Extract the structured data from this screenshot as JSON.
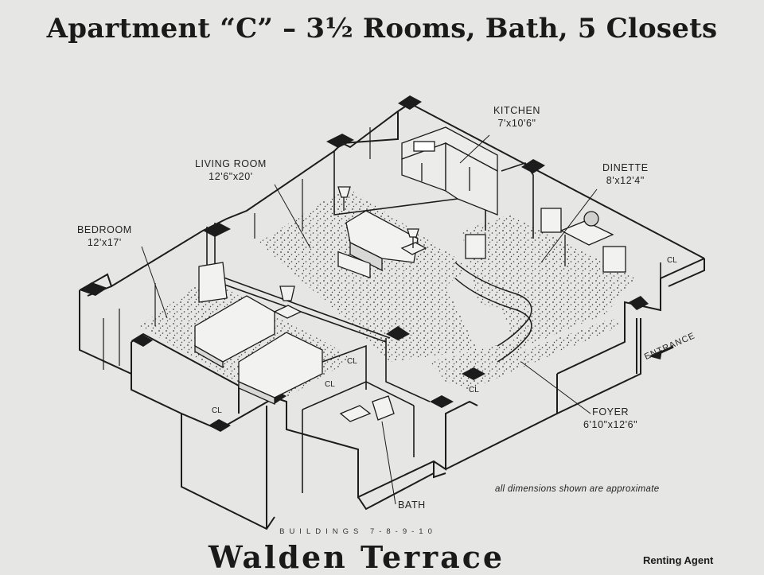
{
  "header": {
    "title": "Apartment “C” – 3½ Rooms, Bath, 5 Closets"
  },
  "rooms": [
    {
      "name": "KITCHEN",
      "size": "7'x10'6\""
    },
    {
      "name": "LIVING ROOM",
      "size": "12'6\"x20'"
    },
    {
      "name": "DINETTE",
      "size": "8'x12'4\""
    },
    {
      "name": "BEDROOM",
      "size": "12'x17'"
    },
    {
      "name": "FOYER",
      "size": "6'10\"x12'6\""
    },
    {
      "name": "BATH",
      "size": ""
    }
  ],
  "closets": [
    "CL",
    "CL",
    "CL",
    "CL",
    "CL"
  ],
  "entrance_label": "ENTRANCE",
  "note": "all dimensions shown are approximate",
  "footer": {
    "buildings": "BUILDINGS 7-8-9-10",
    "complex_name": "Walden Terrace",
    "agent": "Renting Agent"
  },
  "colors": {
    "paper": "#e6e6e4",
    "ink": "#1c1c1c",
    "floor_stipple": "#2a2a2a"
  }
}
